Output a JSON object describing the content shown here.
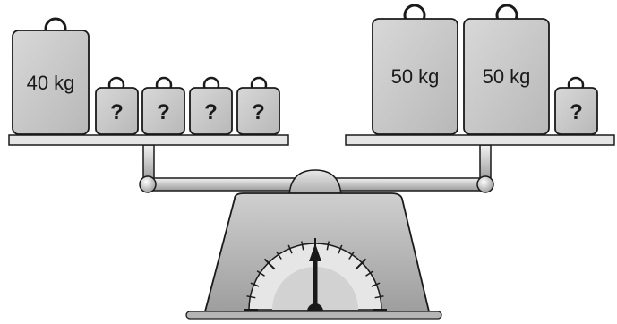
{
  "left_pan": {
    "weights": [
      {
        "label": "40 kg"
      },
      {
        "label": "?"
      },
      {
        "label": "?"
      },
      {
        "label": "?"
      },
      {
        "label": "?"
      }
    ]
  },
  "right_pan": {
    "weights": [
      {
        "label": "50 kg"
      },
      {
        "label": "50 kg"
      },
      {
        "label": "?"
      }
    ]
  },
  "colors": {
    "weight_fill": "#c9c9c9",
    "outline": "#1a1a1a",
    "metal": "#b3b3b3",
    "dial_face": "#ffffff",
    "needle": "#1a1a1a"
  }
}
